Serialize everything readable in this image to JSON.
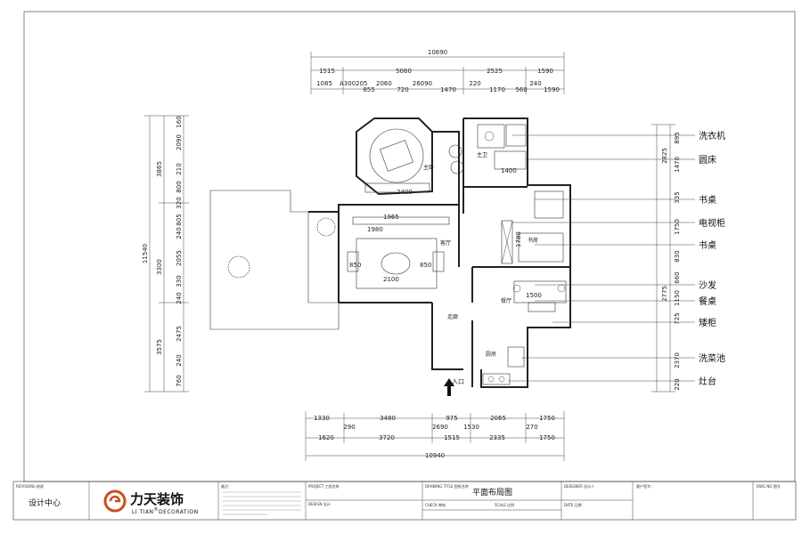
{
  "plan": {
    "dims_top_total": "10690",
    "dims_top_row2": [
      "1515",
      "5060",
      "2525",
      "1590"
    ],
    "dims_top_row3": [
      "1085",
      "855",
      "720",
      "1470",
      "220",
      "1170",
      "560",
      "240",
      "1590"
    ],
    "dims_top_row3_overlap": [
      "A300205",
      "2060",
      "26090"
    ],
    "dims_bottom_row1": [
      "1330",
      "290",
      "3480",
      "975",
      "2690",
      "1530",
      "2065",
      "270",
      "1750"
    ],
    "dims_bottom_row2": [
      "1620",
      "3720",
      "1515",
      "2335",
      "1750"
    ],
    "dims_bottom_total": "10940",
    "dims_left_total": "11540",
    "dims_left_outer": [
      "3865",
      "3300",
      "3575"
    ],
    "dims_left_inner": [
      "160",
      "2090",
      "210",
      "800",
      "320",
      "805",
      "240",
      "2055",
      "330",
      "240",
      "2475",
      "240",
      "760"
    ],
    "dims_right": [
      "895",
      "1470",
      "2825",
      "335",
      "1750",
      "830",
      "660",
      "1150",
      "2775",
      "725",
      "2370",
      "220"
    ],
    "inner_dims": [
      "2400",
      "1965",
      "1980",
      "2100",
      "850",
      "850",
      "1400",
      "1780",
      "1500"
    ],
    "rooms": {
      "master_bedroom": "主卧",
      "master_bath": "主卫",
      "living": "客厅",
      "study": "书房",
      "dining": "餐厅",
      "corridor": "走廊",
      "kitchen": "厨房",
      "entrance": "入口"
    }
  },
  "legend": [
    "洗衣机",
    "圆床",
    "书桌",
    "电视柜",
    "书桌",
    "沙发",
    "餐桌",
    "矮柜",
    "洗菜池",
    "灶台"
  ],
  "title_block": {
    "revision": "REVISIONS 修改",
    "design_center": "设计中心",
    "logo_cn": "力天装饰",
    "logo_en_pre": "LI TIAN",
    "logo_reg": "®",
    "logo_en_post": "DECORATION",
    "notes_label": "备注：",
    "project_label": "PROJECT 工程名称",
    "design_label": "DESIGN 设计",
    "drawing_title_label": "DRAWING TITLE 图纸名称",
    "drawing_title": "平面布局图",
    "designer_label": "DESIGNER 设计人",
    "client_label": "客户签字：",
    "dwg_label": "DWG.NO 图号",
    "check_label": "CHECK 审核",
    "scale_label": "SCALE 比例",
    "date_label": "DATE 日期"
  }
}
